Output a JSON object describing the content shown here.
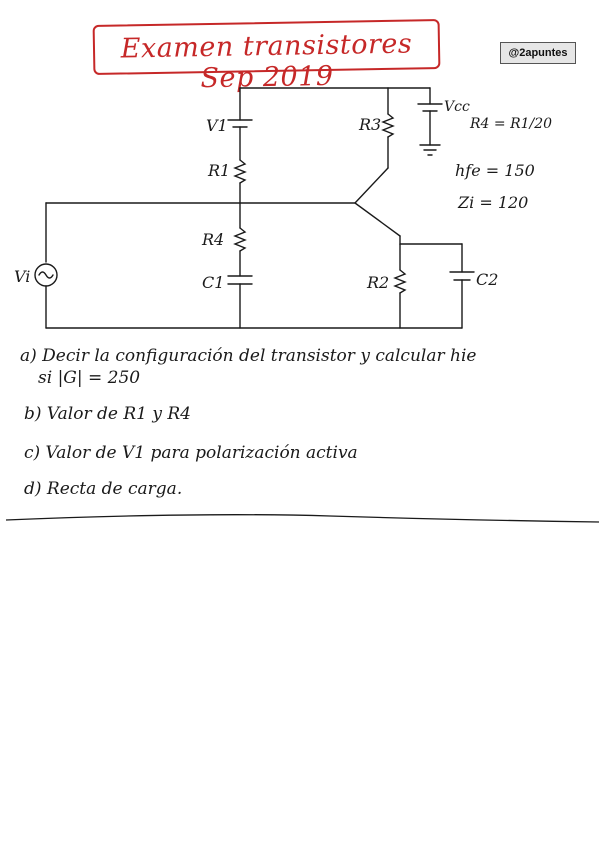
{
  "title": "Examen transistores Sep 2019",
  "watermark": "@2apuntes",
  "circuit": {
    "labels": {
      "v1": "V1",
      "r1": "R1",
      "r3": "R3",
      "vcc": "Vcc",
      "r4": "R4",
      "c1": "C1",
      "r2": "R2",
      "c2": "C2",
      "vi": "Vi"
    },
    "given": {
      "r4_relation": "R4 = R1/20",
      "hfe": "hfe = 150",
      "zi": "Zi = 120"
    }
  },
  "questions": [
    {
      "line1": "a) Decir la configuración del transistor y calcular hie",
      "line2": "si |G| = 250"
    },
    {
      "line1": "b) Valor de R1 y R4"
    },
    {
      "line1": "c) Valor de V1 para polarización activa"
    },
    {
      "line1": "d) Recta de carga."
    }
  ],
  "colors": {
    "title": "#c62828",
    "ink": "#1a1a1a",
    "badge_bg": "#e6e6e6"
  }
}
